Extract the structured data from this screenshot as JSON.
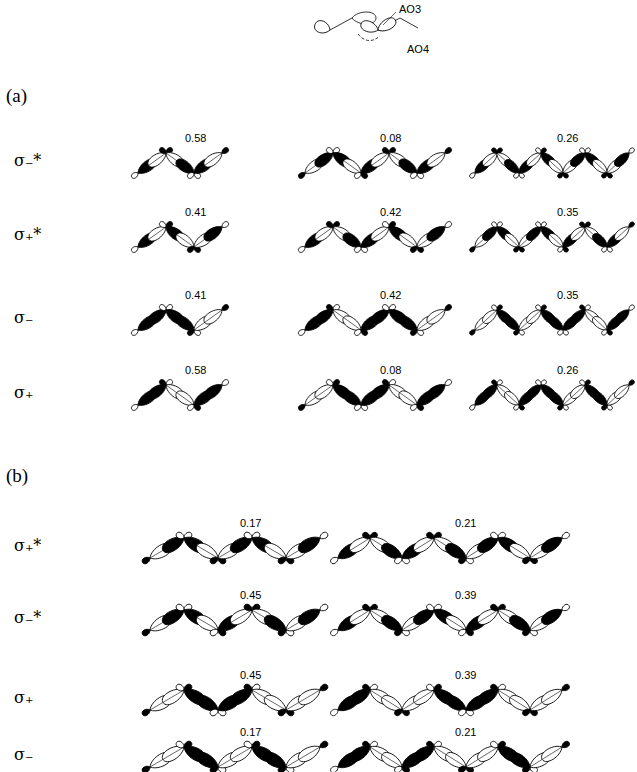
{
  "diagram": {
    "labels": [
      "AO3",
      "AO4",
      "(a)",
      "σ₋*",
      "0.58",
      "0.08",
      "0.26",
      "σ₊*",
      "0.41",
      "0.42",
      "0.35",
      "σ₋",
      "0.41",
      "0.42",
      "0.35",
      "σ₊",
      "0.58",
      "0.08",
      "0.26",
      "(b)",
      "σ₊*",
      "0.17",
      "0.21",
      "σ₋*",
      "0.45",
      "0.39",
      "σ₊",
      "0.45",
      "0.39",
      "σ₋",
      "0.17",
      "0.21"
    ]
  }
}
